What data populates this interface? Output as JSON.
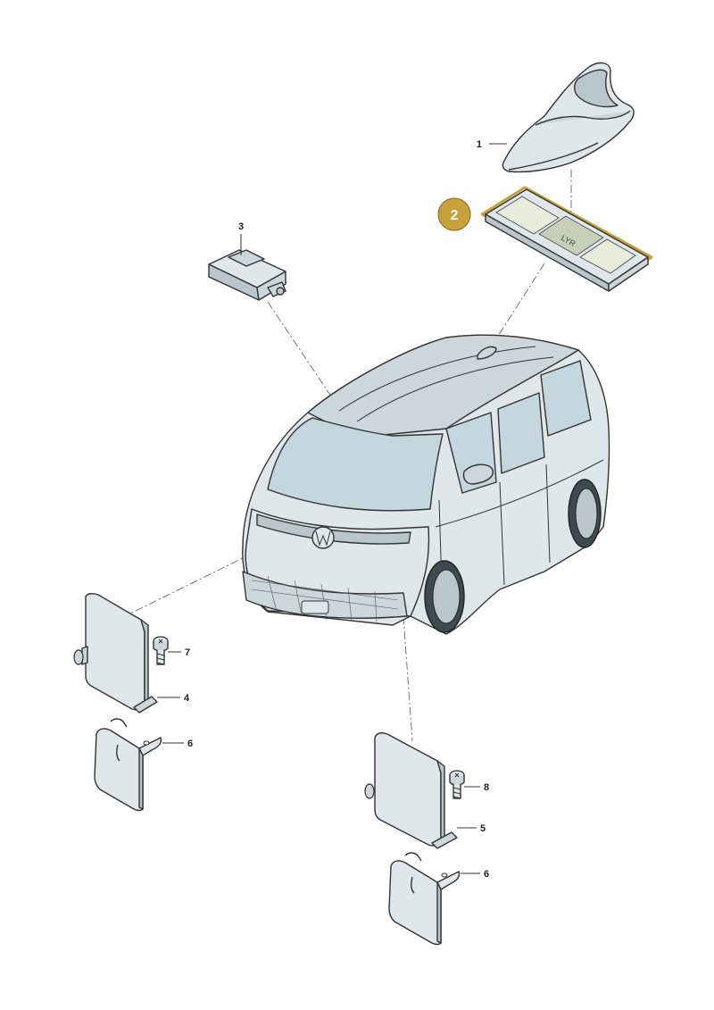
{
  "callouts": {
    "c1": "1",
    "c2": "2",
    "c3": "3",
    "c4": "4",
    "c5": "5",
    "c6a": "6",
    "c6b": "6",
    "c7": "7",
    "c8": "8"
  },
  "colors": {
    "highlight_badge": "#c9a13a",
    "highlight_outline": "#c9a13a",
    "part_fill": "#dfe7ea",
    "line": "#333333"
  }
}
